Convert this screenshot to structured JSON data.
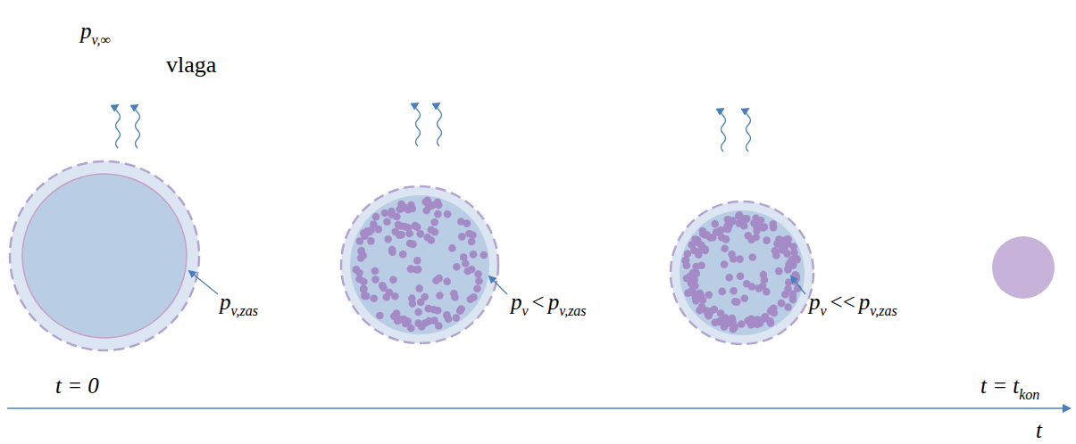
{
  "diagram": {
    "labels": [
      "p",
      "v,∞",
      "vlaga",
      "p",
      "v,zas",
      "p",
      "v",
      "<",
      "p",
      "v,zas",
      "p",
      "v",
      "<<",
      "p",
      "v,zas",
      "t = 0",
      "t = t",
      "kon",
      "t"
    ]
  }
}
